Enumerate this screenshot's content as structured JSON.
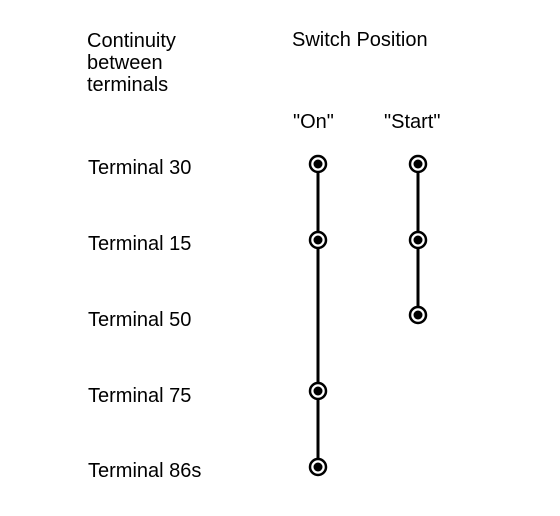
{
  "header": {
    "left_lines": [
      "Continuity",
      "between",
      "terminals"
    ],
    "right": "Switch Position"
  },
  "columns": [
    {
      "id": "on",
      "label": "\"On\""
    },
    {
      "id": "start",
      "label": "\"Start\""
    }
  ],
  "terminals": [
    {
      "label": "Terminal 30"
    },
    {
      "label": "Terminal 15"
    },
    {
      "label": "Terminal 50"
    },
    {
      "label": "Terminal 75"
    },
    {
      "label": "Terminal 86s"
    }
  ],
  "continuity": {
    "on": [
      0,
      1,
      3,
      4
    ],
    "start": [
      0,
      1,
      2
    ]
  }
}
